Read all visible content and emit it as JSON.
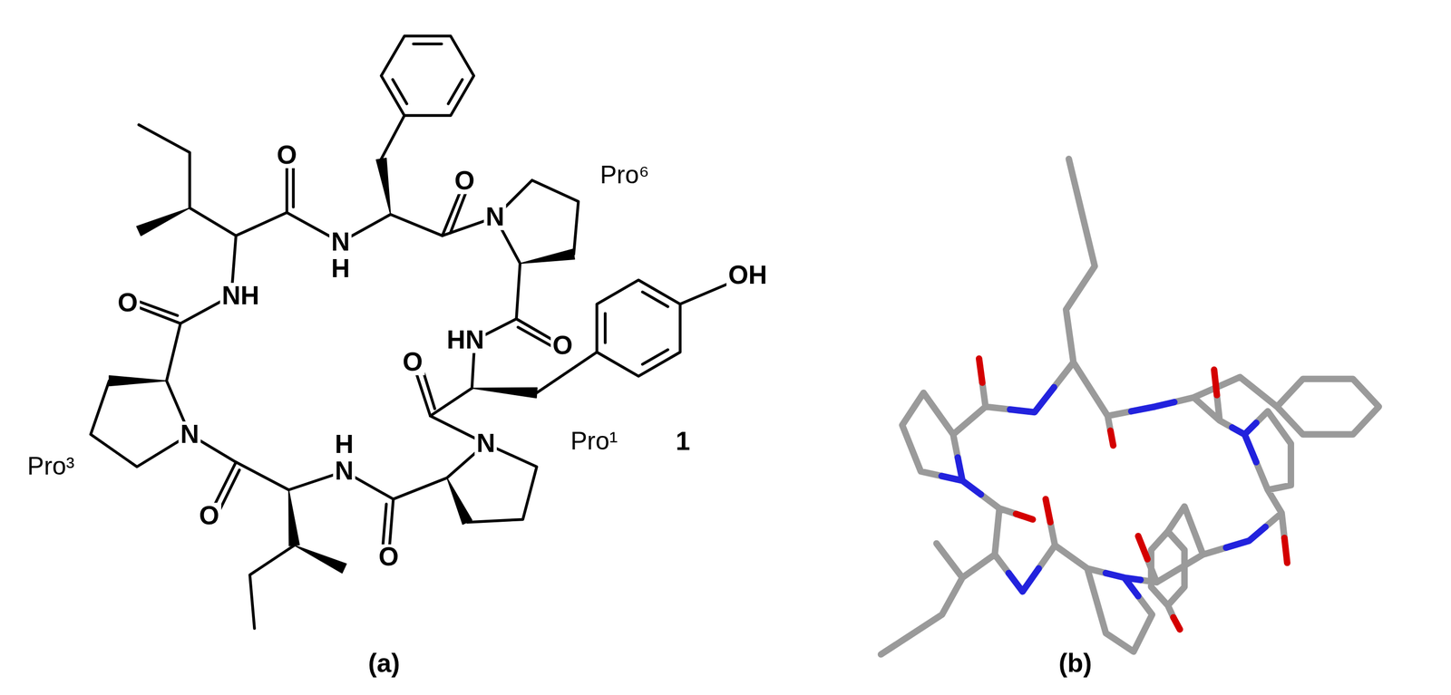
{
  "diagram": {
    "labels": [
      "O",
      "O",
      "Pro⁶",
      "NH",
      "N",
      "H",
      "N",
      "O",
      "HN",
      "O",
      "OH",
      "O",
      "N",
      "Pro¹",
      "1",
      "N",
      "Pro³",
      "H",
      "N",
      "O",
      "O",
      "(a)",
      "(b)"
    ]
  }
}
